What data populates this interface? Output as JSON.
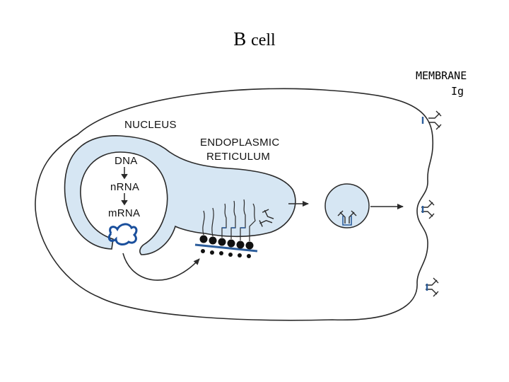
{
  "title": {
    "main": "B",
    "sub": "cell"
  },
  "membrane_label": {
    "line1": "MEMBRANE",
    "line2": "Ig"
  },
  "diagram": {
    "nucleus_label": "NUCLEUS",
    "er_label_line1": "ENDOPLASMIC",
    "er_label_line2": "RETICULUM",
    "pathway": [
      "DNA",
      "nRNA",
      "mRNA"
    ]
  },
  "colors": {
    "organelle_fill": "#d6e6f3",
    "outline": "#2a2a2a",
    "rna_blue": "#1a4f9c",
    "antibody_blue": "#2c5d9b"
  }
}
